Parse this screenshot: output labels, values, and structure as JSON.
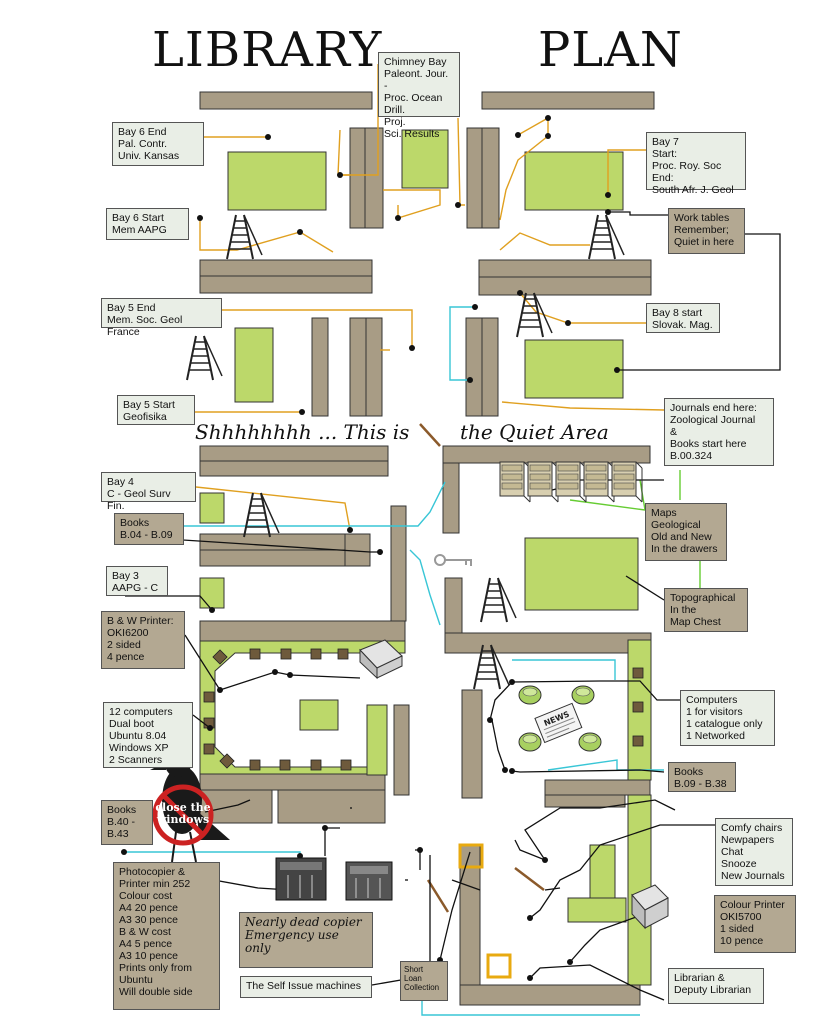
{
  "title": {
    "word1": "LIBRARY",
    "word2": "PLAN"
  },
  "quiet_area": {
    "left": "Shhhhhhhh ...  This is",
    "right": "the Quiet Area"
  },
  "labels": {
    "chimney_bay": "Chimney Bay\nPaleont. Jour. -\nProc. Ocean Drill.\nProj.\nSci. Results",
    "bay6_end": "Bay 6 End\nPal. Contr.\nUniv. Kansas",
    "bay7": "Bay 7\nStart:\nProc. Roy. Soc\nEnd:\nSouth Afr. J. Geol",
    "bay6_start": "Bay 6 Start\nMem AAPG",
    "work_tables": "Work tables\nRemember;\nQuiet in here",
    "bay5_end": "Bay 5 End\nMem. Soc. Geol France",
    "bay8_start": "Bay 8 start\nSlovak. Mag.",
    "bay5_start": "Bay 5 Start\nGeofisika",
    "journals_end": "Journals end here:\nZoological Journal\n&\nBooks start here\nB.00.324",
    "bay4": "Bay 4\nC - Geol Surv Fin.",
    "books_b04": "Books\nB.04 - B.09",
    "maps": "Maps\nGeological\nOld and New\nIn the drawers",
    "bay3": "Bay 3\nAAPG - C",
    "topographical": "Topographical\nIn the\nMap Chest",
    "bw_printer": "B & W Printer:\nOKI6200\n2 sided\n4 pence",
    "computers_right": "Computers\n1 for visitors\n1 catalogue only\n1 Networked",
    "twelve_computers": "12 computers\nDual boot\nUbuntu 8.04\nWindows XP\n2 Scanners",
    "books_b09": "Books\nB.09 - B.38",
    "books_b40": "Books\nB.40 -\nB.43",
    "comfy_chairs": "Comfy chairs\nNewpapers\nChat\nSnooze\nNew Journals",
    "photocopier": "Photocopier &\nPrinter  min 252\nColour cost\nA4 20 pence\nA3 30 pence\nB & W cost\nA4 5 pence\nA3 10 pence\nPrints only from\nUbuntu\nWill double side",
    "colour_printer": "Colour Printer\nOKI5700\n1 sided\n10 pence",
    "nearly_dead_copier": "Nearly dead copier\nEmergency use\nonly",
    "self_issue": "The Self Issue machines",
    "short_loan": "Short\nLoan\nCollection",
    "librarian": "Librarian &\nDeputy Librarian"
  },
  "sign": {
    "line1": "close the",
    "line2": "windows"
  },
  "news_sign": "NEWS",
  "colors": {
    "shelf": "#a89c85",
    "table": "#bcd86a",
    "label_light": "#e9eee6",
    "label_tan": "#b3a892",
    "orange_line": "#e0a020",
    "cyan_line": "#39c6d6",
    "green_line": "#66cc33",
    "no_sign": "#cc2222",
    "sl_box": "#e8aa10"
  },
  "icons": [
    "ladder-icon",
    "printer-icon",
    "photocopier-icon",
    "crow-icon",
    "key-icon",
    "chair-icon",
    "newspaper-icon",
    "map-drawer-icon"
  ]
}
